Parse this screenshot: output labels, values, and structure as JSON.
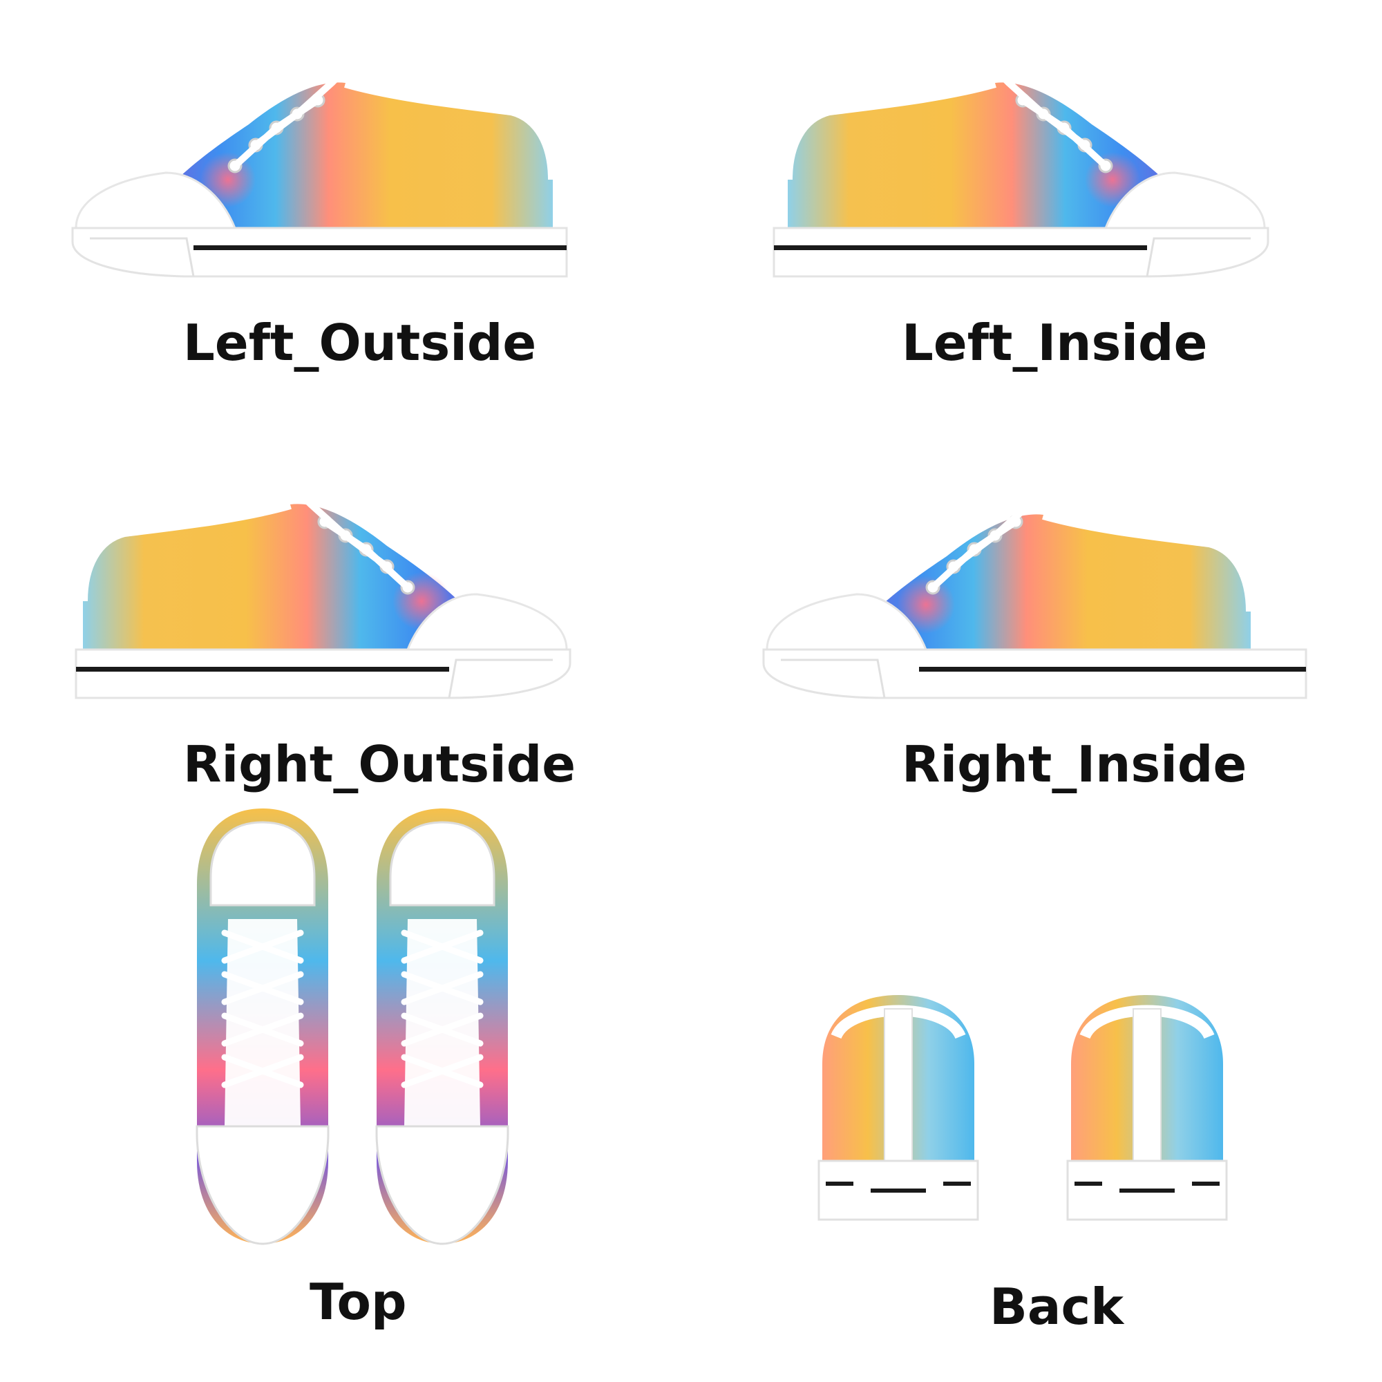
{
  "palette": {
    "yellow": "#f7c04a",
    "orange": "#ffb356",
    "sky": "#4fb8ec",
    "blue": "#3e8ef0",
    "violet": "#7a5ad8",
    "pink": "#ff6f8a",
    "white": "#ffffff",
    "sole_stripe": "#1a1a1a"
  },
  "views": [
    {
      "id": "left_outside",
      "label": "Left_Outside"
    },
    {
      "id": "left_inside",
      "label": "Left_Inside"
    },
    {
      "id": "right_outside",
      "label": "Right_Outside"
    },
    {
      "id": "right_inside",
      "label": "Right_Inside"
    },
    {
      "id": "top",
      "label": "Top"
    },
    {
      "id": "back",
      "label": "Back"
    }
  ]
}
